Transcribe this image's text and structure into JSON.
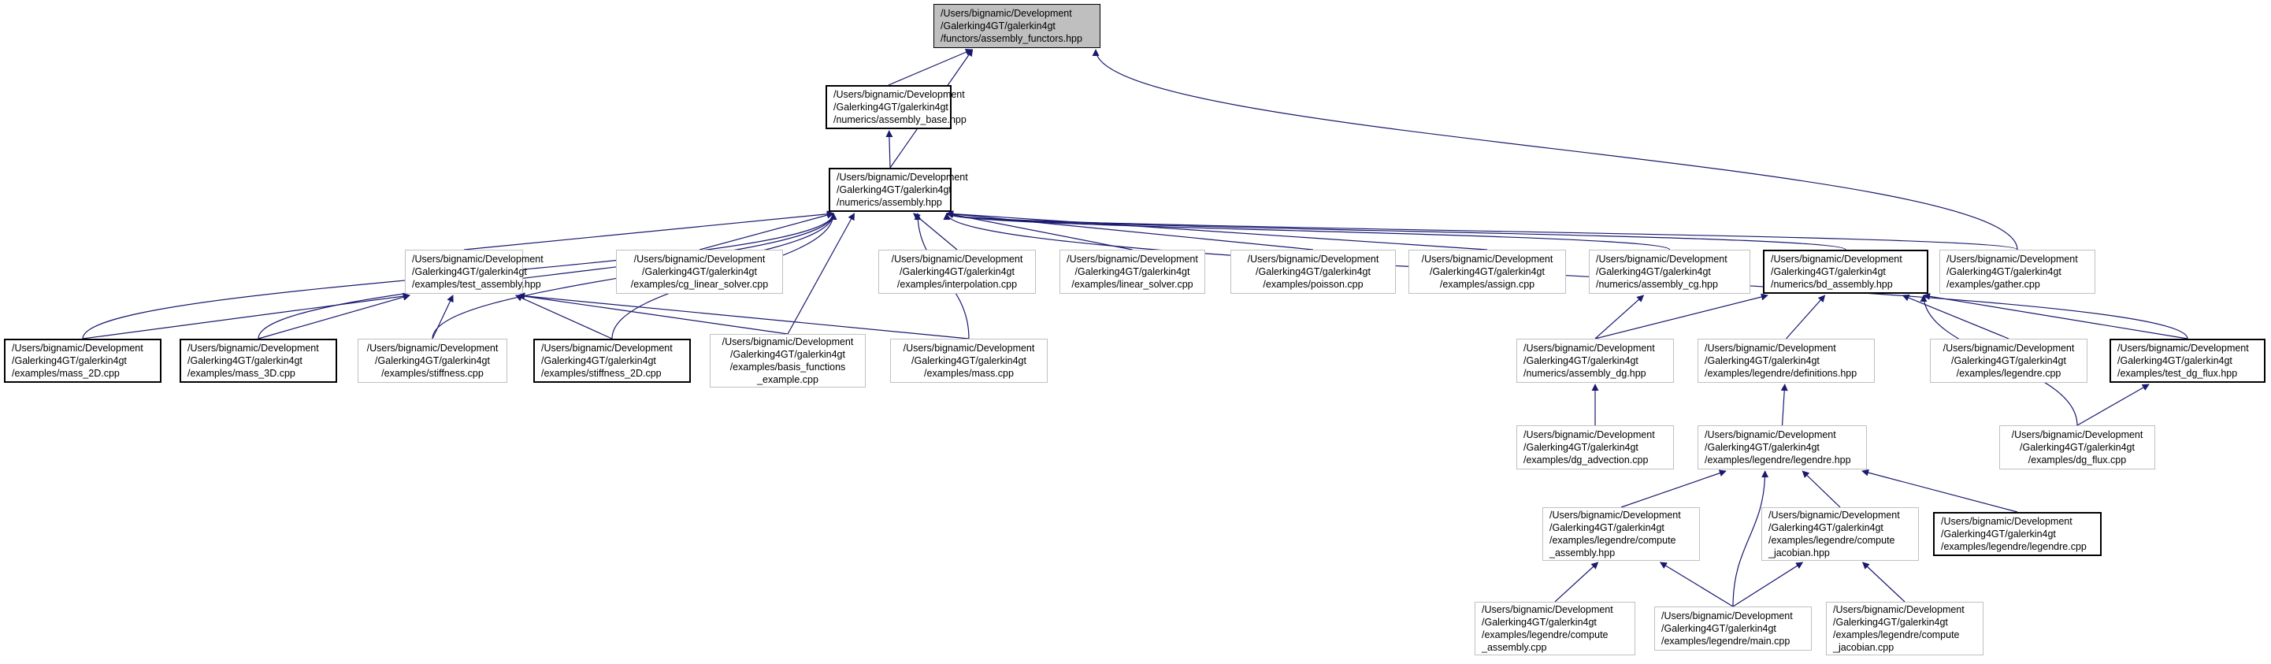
{
  "graph": {
    "nodes": [
      {
        "id": "assembly_functors_hpp",
        "lines": [
          "/Users/bignamic/Development",
          "/Galerking4GT/galerkin4gt",
          "/functors/assembly_functors.hpp"
        ],
        "style": "root"
      },
      {
        "id": "assembly_base_hpp",
        "lines": [
          "/Users/bignamic/Development",
          "/Galerking4GT/galerkin4gt",
          "/numerics/assembly_base.hpp"
        ],
        "style": "solid"
      },
      {
        "id": "assembly_hpp",
        "lines": [
          "/Users/bignamic/Development",
          "/Galerking4GT/galerkin4gt",
          "/numerics/assembly.hpp"
        ],
        "style": "solid"
      },
      {
        "id": "test_assembly_hpp",
        "lines": [
          "/Users/bignamic/Development",
          "/Galerking4GT/galerkin4gt",
          "/examples/test_assembly.hpp"
        ],
        "style": "gray"
      },
      {
        "id": "cg_linear_solver_cpp",
        "lines": [
          "/Users/bignamic/Development",
          "/Galerking4GT/galerkin4gt",
          "/examples/cg_linear_solver.cpp"
        ],
        "style": "gray"
      },
      {
        "id": "interpolation_cpp",
        "lines": [
          "/Users/bignamic/Development",
          "/Galerking4GT/galerkin4gt",
          "/examples/interpolation.cpp"
        ],
        "style": "gray"
      },
      {
        "id": "linear_solver_cpp",
        "lines": [
          "/Users/bignamic/Development",
          "/Galerking4GT/galerkin4gt",
          "/examples/linear_solver.cpp"
        ],
        "style": "gray"
      },
      {
        "id": "poisson_cpp",
        "lines": [
          "/Users/bignamic/Development",
          "/Galerking4GT/galerkin4gt",
          "/examples/poisson.cpp"
        ],
        "style": "gray"
      },
      {
        "id": "assign_cpp",
        "lines": [
          "/Users/bignamic/Development",
          "/Galerking4GT/galerkin4gt",
          "/examples/assign.cpp"
        ],
        "style": "gray"
      },
      {
        "id": "assembly_cg_hpp",
        "lines": [
          "/Users/bignamic/Development",
          "/Galerking4GT/galerkin4gt",
          "/numerics/assembly_cg.hpp"
        ],
        "style": "gray"
      },
      {
        "id": "bd_assembly_hpp",
        "lines": [
          "/Users/bignamic/Development",
          "/Galerking4GT/galerkin4gt",
          "/numerics/bd_assembly.hpp"
        ],
        "style": "solid"
      },
      {
        "id": "gather_cpp",
        "lines": [
          "/Users/bignamic/Development",
          "/Galerking4GT/galerkin4gt",
          "/examples/gather.cpp"
        ],
        "style": "gray"
      },
      {
        "id": "mass_2D_cpp",
        "lines": [
          "/Users/bignamic/Development",
          "/Galerking4GT/galerkin4gt",
          "/examples/mass_2D.cpp"
        ],
        "style": "solid"
      },
      {
        "id": "mass_3D_cpp",
        "lines": [
          "/Users/bignamic/Development",
          "/Galerking4GT/galerkin4gt",
          "/examples/mass_3D.cpp"
        ],
        "style": "solid"
      },
      {
        "id": "stiffness_cpp",
        "lines": [
          "/Users/bignamic/Development",
          "/Galerking4GT/galerkin4gt",
          "/examples/stiffness.cpp"
        ],
        "style": "gray"
      },
      {
        "id": "stiffness_2D_cpp",
        "lines": [
          "/Users/bignamic/Development",
          "/Galerking4GT/galerkin4gt",
          "/examples/stiffness_2D.cpp"
        ],
        "style": "solid"
      },
      {
        "id": "basis_functions_example_cpp",
        "lines": [
          "/Users/bignamic/Development",
          "/Galerking4GT/galerkin4gt",
          "/examples/basis_functions",
          "_example.cpp"
        ],
        "style": "gray"
      },
      {
        "id": "mass_cpp",
        "lines": [
          "/Users/bignamic/Development",
          "/Galerking4GT/galerkin4gt",
          "/examples/mass.cpp"
        ],
        "style": "gray"
      },
      {
        "id": "assembly_dg_hpp",
        "lines": [
          "/Users/bignamic/Development",
          "/Galerking4GT/galerkin4gt",
          "/numerics/assembly_dg.hpp"
        ],
        "style": "gray"
      },
      {
        "id": "definitions_hpp",
        "lines": [
          "/Users/bignamic/Development",
          "/Galerking4GT/galerkin4gt",
          "/examples/legendre/definitions.hpp"
        ],
        "style": "gray"
      },
      {
        "id": "legendre_cpp",
        "lines": [
          "/Users/bignamic/Development",
          "/Galerking4GT/galerkin4gt",
          "/examples/legendre.cpp"
        ],
        "style": "gray"
      },
      {
        "id": "test_dg_flux_hpp",
        "lines": [
          "/Users/bignamic/Development",
          "/Galerking4GT/galerkin4gt",
          "/examples/test_dg_flux.hpp"
        ],
        "style": "solid"
      },
      {
        "id": "dg_advection_cpp",
        "lines": [
          "/Users/bignamic/Development",
          "/Galerking4GT/galerkin4gt",
          "/examples/dg_advection.cpp"
        ],
        "style": "gray"
      },
      {
        "id": "legendre_hpp",
        "lines": [
          "/Users/bignamic/Development",
          "/Galerking4GT/galerkin4gt",
          "/examples/legendre/legendre.hpp"
        ],
        "style": "gray"
      },
      {
        "id": "dg_flux_cpp",
        "lines": [
          "/Users/bignamic/Development",
          "/Galerking4GT/galerkin4gt",
          "/examples/dg_flux.cpp"
        ],
        "style": "gray"
      },
      {
        "id": "compute_assembly_hpp",
        "lines": [
          "/Users/bignamic/Development",
          "/Galerking4GT/galerkin4gt",
          "/examples/legendre/compute",
          "_assembly.hpp"
        ],
        "style": "gray"
      },
      {
        "id": "compute_jacobian_hpp",
        "lines": [
          "/Users/bignamic/Development",
          "/Galerking4GT/galerkin4gt",
          "/examples/legendre/compute",
          "_jacobian.hpp"
        ],
        "style": "gray"
      },
      {
        "id": "legendre_legendre_cpp",
        "lines": [
          "/Users/bignamic/Development",
          "/Galerking4GT/galerkin4gt",
          "/examples/legendre/legendre.cpp"
        ],
        "style": "solid"
      },
      {
        "id": "compute_assembly_cpp",
        "lines": [
          "/Users/bignamic/Development",
          "/Galerking4GT/galerkin4gt",
          "/examples/legendre/compute",
          "_assembly.cpp"
        ],
        "style": "gray"
      },
      {
        "id": "main_cpp",
        "lines": [
          "/Users/bignamic/Development",
          "/Galerking4GT/galerkin4gt",
          "/examples/legendre/main.cpp"
        ],
        "style": "gray"
      },
      {
        "id": "compute_jacobian_cpp",
        "lines": [
          "/Users/bignamic/Development",
          "/Galerking4GT/galerkin4gt",
          "/examples/legendre/compute",
          "_jacobian.cpp"
        ],
        "style": "gray"
      }
    ],
    "edges": [
      [
        "assembly_base_hpp",
        "assembly_functors_hpp"
      ],
      [
        "assembly_hpp",
        "assembly_functors_hpp"
      ],
      [
        "gather_cpp",
        "assembly_functors_hpp"
      ],
      [
        "assembly_hpp",
        "assembly_base_hpp"
      ],
      [
        "test_assembly_hpp",
        "assembly_hpp"
      ],
      [
        "cg_linear_solver_cpp",
        "assembly_hpp"
      ],
      [
        "interpolation_cpp",
        "assembly_hpp"
      ],
      [
        "linear_solver_cpp",
        "assembly_hpp"
      ],
      [
        "poisson_cpp",
        "assembly_hpp"
      ],
      [
        "assign_cpp",
        "assembly_hpp"
      ],
      [
        "assembly_cg_hpp",
        "assembly_hpp"
      ],
      [
        "bd_assembly_hpp",
        "assembly_hpp"
      ],
      [
        "gather_cpp",
        "assembly_hpp"
      ],
      [
        "test_dg_flux_hpp",
        "assembly_hpp"
      ],
      [
        "mass_2D_cpp",
        "assembly_hpp"
      ],
      [
        "mass_3D_cpp",
        "assembly_hpp"
      ],
      [
        "stiffness_cpp",
        "assembly_hpp"
      ],
      [
        "stiffness_2D_cpp",
        "assembly_hpp"
      ],
      [
        "basis_functions_example_cpp",
        "assembly_hpp"
      ],
      [
        "mass_cpp",
        "assembly_hpp"
      ],
      [
        "mass_2D_cpp",
        "test_assembly_hpp"
      ],
      [
        "mass_3D_cpp",
        "test_assembly_hpp"
      ],
      [
        "stiffness_cpp",
        "test_assembly_hpp"
      ],
      [
        "stiffness_2D_cpp",
        "test_assembly_hpp"
      ],
      [
        "basis_functions_example_cpp",
        "test_assembly_hpp"
      ],
      [
        "mass_cpp",
        "test_assembly_hpp"
      ],
      [
        "assembly_dg_hpp",
        "assembly_cg_hpp"
      ],
      [
        "assembly_dg_hpp",
        "bd_assembly_hpp"
      ],
      [
        "definitions_hpp",
        "bd_assembly_hpp"
      ],
      [
        "legendre_cpp",
        "bd_assembly_hpp"
      ],
      [
        "test_dg_flux_hpp",
        "bd_assembly_hpp"
      ],
      [
        "dg_flux_cpp",
        "bd_assembly_hpp"
      ],
      [
        "dg_advection_cpp",
        "assembly_dg_hpp"
      ],
      [
        "legendre_hpp",
        "definitions_hpp"
      ],
      [
        "dg_flux_cpp",
        "test_dg_flux_hpp"
      ],
      [
        "compute_assembly_hpp",
        "legendre_hpp"
      ],
      [
        "compute_jacobian_hpp",
        "legendre_hpp"
      ],
      [
        "legendre_legendre_cpp",
        "legendre_hpp"
      ],
      [
        "main_cpp",
        "legendre_hpp"
      ],
      [
        "compute_assembly_cpp",
        "compute_assembly_hpp"
      ],
      [
        "main_cpp",
        "compute_assembly_hpp"
      ],
      [
        "main_cpp",
        "compute_jacobian_hpp"
      ],
      [
        "compute_jacobian_cpp",
        "compute_jacobian_hpp"
      ]
    ]
  },
  "colors": {
    "edge": "#191970",
    "root_fill": "#bfbfbf",
    "solid_border": "#000000",
    "gray_border": "#c0c0c0",
    "text": "#000000"
  }
}
